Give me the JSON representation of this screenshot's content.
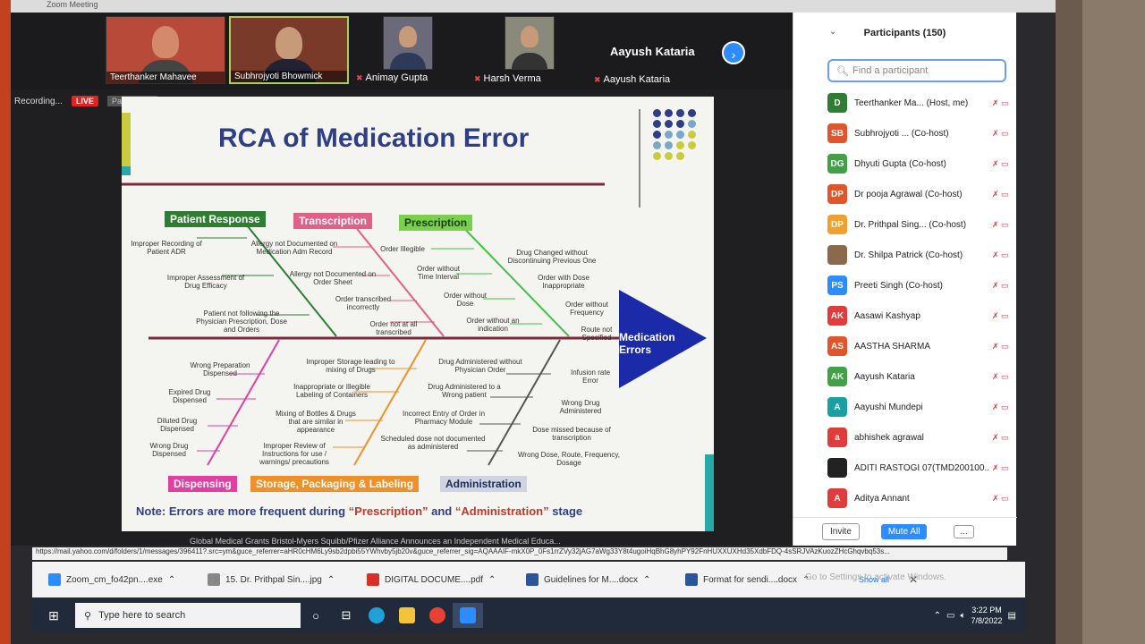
{
  "window": {
    "title_partial": "Zoom Meeting"
  },
  "video_strip": {
    "tiles": [
      {
        "name": "Teerthanker Mahavee"
      },
      {
        "name": "Subhrojyoti Bhowmick"
      },
      {
        "name": "Animay Gupta"
      },
      {
        "name": "Harsh Verma"
      },
      {
        "name": "Aayush Kataria"
      }
    ],
    "active_speaker": "Aayush Kataria"
  },
  "recording": {
    "label": "Recording...",
    "live_badge": "LIVE",
    "viewers_label": "Pause/Stop"
  },
  "slide": {
    "title": "RCA of Medication Error",
    "categories_top": [
      "Patient Response",
      "Transcription",
      "Prescription"
    ],
    "categories_bottom": [
      "Dispensing",
      "Storage, Packaging & Labeling",
      "Administration"
    ],
    "head": "Medication Errors",
    "causes": {
      "patient_response": [
        "Improper Recording of Patient ADR",
        "Improper Assessment of Drug Efficacy",
        "Patient not following the Physician Prescription, Dose and Orders"
      ],
      "transcription": [
        "Allergy not Documented on Medication Adm Record",
        "Allergy not Documented on Order Sheet",
        "Order transcribed incorrectly",
        "Order not at all transcribed"
      ],
      "prescription": [
        "Order Illegible",
        "Order without Time Interval",
        "Order without Dose",
        "Order without an indication",
        "Drug Changed without Discontinuing Previous One",
        "Order with Dose Inappropriate",
        "Order without Frequency",
        "Route not Specified"
      ],
      "dispensing": [
        "Wrong Preparation Dispensed",
        "Expired Drug Dispensed",
        "Diluted Drug Dispensed",
        "Wrong Drug Dispensed"
      ],
      "storage": [
        "Improper Storage leading to mixing of Drugs",
        "Inappropriate or Illegible Labeling of Containers",
        "Mixing of Bottles & Drugs that are similar in appearance",
        "Improper Review of Instructions for use / warnings/ precautions"
      ],
      "administration": [
        "Drug Administered without Physician Order",
        "Drug Administered to a Wrong patient",
        "Incorrect Entry of Order in Pharmacy Module",
        "Scheduled dose not documented as administered",
        "Infusion rate Error",
        "Wrong Drug Administered",
        "Dose missed because of transcription",
        "Wrong Dose, Route, Frequency, Dosage"
      ]
    },
    "note_prefix": "Note: Errors are more frequent during ",
    "note_hl1": "“Prescription”",
    "note_mid": " and ",
    "note_hl2": "“Administration”",
    "note_suffix": " stage"
  },
  "behind_text": "Global Medical Grants         Bristol-Myers Squibb/Pfizer Alliance Announces an Independent Medical Educa...",
  "participants": {
    "title": "Participants (150)",
    "search_placeholder": "Find a participant",
    "list": [
      {
        "initials": "D",
        "name": "Teerthanker Ma... (Host, me)",
        "color": "#2e7d32"
      },
      {
        "initials": "SB",
        "name": "Subhrojyoti ...  (Co-host)",
        "color": "#e0552b"
      },
      {
        "initials": "DG",
        "name": "Dhyuti Gupta (Co-host)",
        "color": "#43a047"
      },
      {
        "initials": "DP",
        "name": "Dr pooja Agrawal (Co-host)",
        "color": "#e0552b"
      },
      {
        "initials": "DP",
        "name": "Dr. Prithpal Sing...  (Co-host)",
        "color": "#f0a030"
      },
      {
        "initials": "",
        "name": "Dr. Shilpa Patrick (Co-host)",
        "color": "#8a6a4a"
      },
      {
        "initials": "PS",
        "name": "Preeti Singh (Co-host)",
        "color": "#2d8cff"
      },
      {
        "initials": "AK",
        "name": "Aasawi Kashyap",
        "color": "#e03c3c"
      },
      {
        "initials": "AS",
        "name": "AASTHA SHARMA",
        "color": "#e0552b"
      },
      {
        "initials": "AK",
        "name": "Aayush Kataria",
        "color": "#43a047"
      },
      {
        "initials": "A",
        "name": "Aayushi Mundepi",
        "color": "#1aa0a0"
      },
      {
        "initials": "a",
        "name": "abhishek agrawal",
        "color": "#e03c3c"
      },
      {
        "initials": "",
        "name": "ADITI RASTOGI 07(TMD200100...",
        "color": "#222"
      },
      {
        "initials": "A",
        "name": "Aditya Annant",
        "color": "#e03c3c"
      }
    ],
    "invite": "Invite",
    "mute_all": "Mute All",
    "more": "..."
  },
  "status_url": "https://mail.yahoo.com/d/folders/1/messages/396411?.src=ym&guce_referrer=aHR0cHM6Ly9sb2dpbi55YWhvby5jb20v&guce_referrer_sig=AQAAAIF-mkX0P_0Fs1rrZVy32jAG7aWg33Y8t4ugoiHqBhG8yhPY92FnHUXXUXHd35XdbFDQ-4sSRJVAzKuozZHcGhqvbq53s...",
  "downloads": {
    "items": [
      "Zoom_cm_fo42pn....exe",
      "15. Dr. Prithpal Sin....jpg",
      "DIGITAL DOCUME....pdf",
      "Guidelines for M....docx",
      "Format for sendi....docx"
    ],
    "show_all": "Show all",
    "activate": "Go to Settings to activate Windows."
  },
  "taskbar": {
    "search_placeholder": "Type here to search",
    "time": "3:22 PM",
    "date": "7/8/2022"
  }
}
